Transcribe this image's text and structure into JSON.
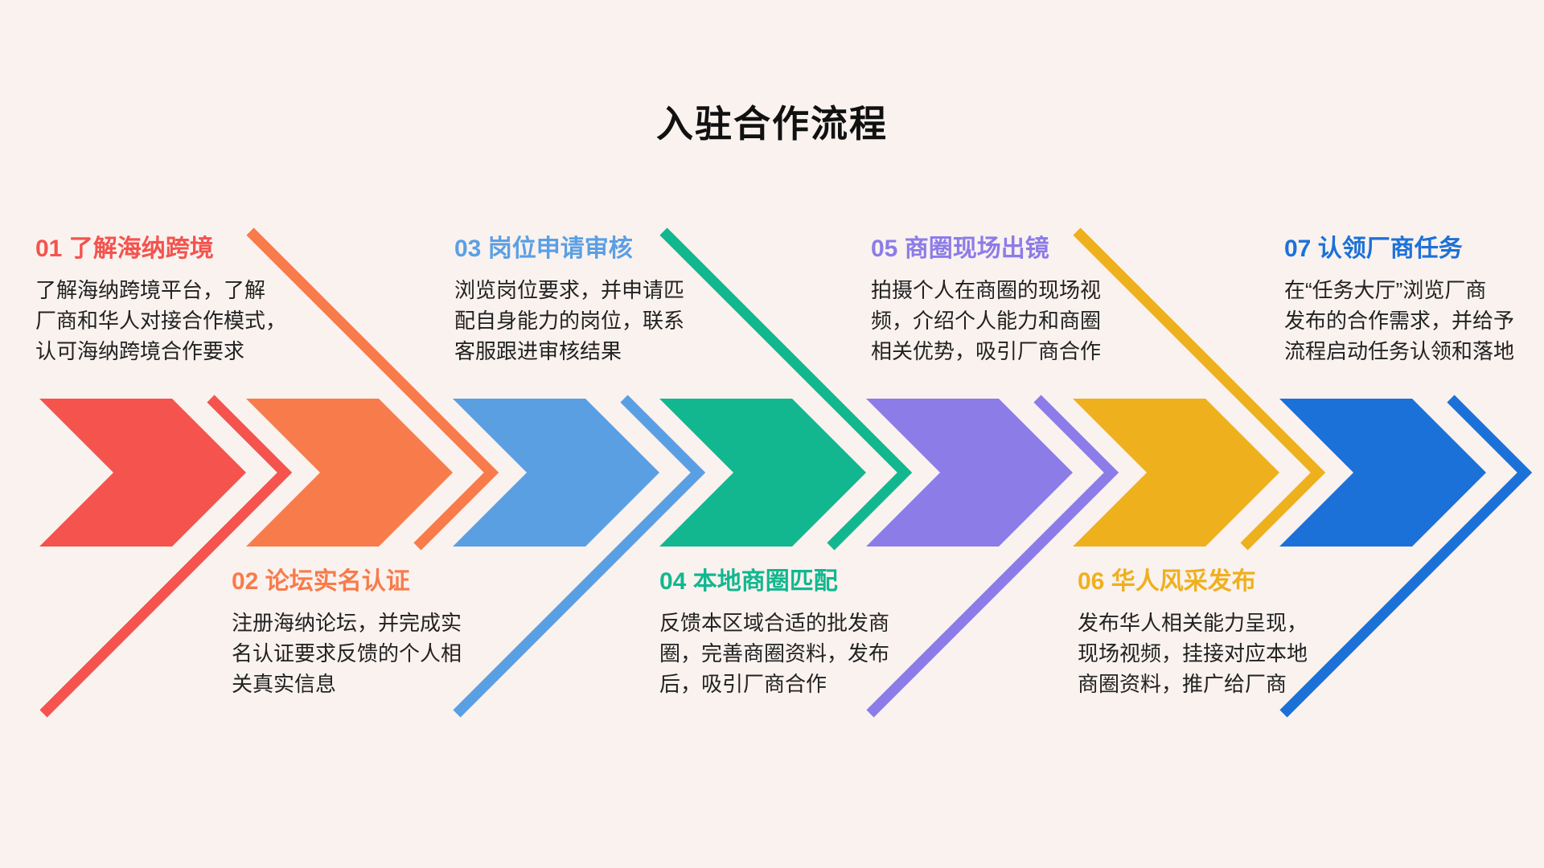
{
  "title": "入驻合作流程",
  "background_color": "#FAF2EF",
  "title_color": "#111111",
  "body_text_color": "#222222",
  "steps": [
    {
      "num": "01",
      "heading": "01 了解海纳跨境",
      "color": "#F4534E",
      "text_position": "top",
      "lines": [
        "了解海纳跨境平台，了解",
        "厂商和华人对接合作模式，",
        "认可海纳跨境合作要求"
      ]
    },
    {
      "num": "02",
      "heading": "02 论坛实名认证",
      "color": "#F87B4B",
      "text_position": "bottom",
      "lines": [
        "注册海纳论坛，并完成实",
        "名认证要求反馈的个人相",
        "关真实信息"
      ]
    },
    {
      "num": "03",
      "heading": "03 岗位申请审核",
      "color": "#5B9FE3",
      "text_position": "top",
      "lines": [
        "浏览岗位要求，并申请匹",
        "配自身能力的岗位，联系",
        "客服跟进审核结果"
      ]
    },
    {
      "num": "04",
      "heading": "04 本地商圈匹配",
      "color": "#12B78F",
      "text_position": "bottom",
      "lines": [
        "反馈本区域合适的批发商",
        "圈，完善商圈资料，发布",
        "后，吸引厂商合作"
      ]
    },
    {
      "num": "05",
      "heading": "05 商圈现场出镜",
      "color": "#8C7CE8",
      "text_position": "top",
      "lines": [
        "拍摄个人在商圈的现场视",
        "频，介绍个人能力和商圈",
        "相关优势，吸引厂商合作"
      ]
    },
    {
      "num": "06",
      "heading": "06 华人风采发布",
      "color": "#EFB01E",
      "text_position": "bottom",
      "lines": [
        "发布华人相关能力呈现，",
        "现场视频，挂接对应本地",
        "商圈资料，推广给厂商"
      ]
    },
    {
      "num": "07",
      "heading": "07 认领厂商任务",
      "color": "#1C71D8",
      "text_position": "top",
      "lines": [
        "在“任务大厅”浏览厂商",
        "发布的合作需求，并给予",
        "流程启动任务认领和落地"
      ]
    }
  ]
}
